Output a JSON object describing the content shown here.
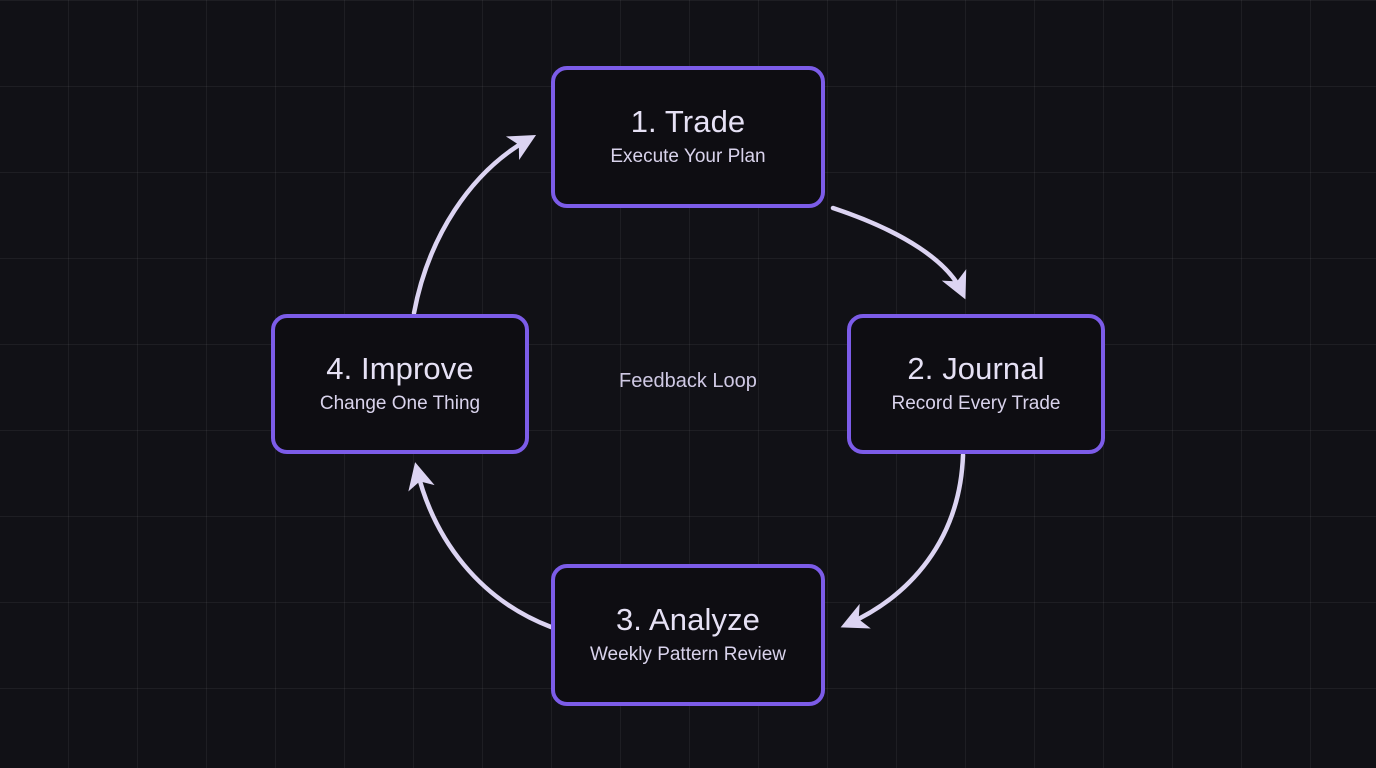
{
  "diagram": {
    "center_label": "Feedback Loop",
    "colors": {
      "background": "#111116",
      "grid_line": "rgba(255,255,255,0.055)",
      "node_border": "#7C5CE8",
      "node_fill": "#0E0D12",
      "title_text": "#E6E1F5",
      "subtitle_text": "#D9D3EC",
      "arrow": "#DCD4F2"
    },
    "nodes": [
      {
        "id": "trade",
        "title": "1. Trade",
        "subtitle": "Execute Your Plan"
      },
      {
        "id": "journal",
        "title": "2. Journal",
        "subtitle": "Record Every Trade"
      },
      {
        "id": "analyze",
        "title": "3. Analyze",
        "subtitle": "Weekly Pattern Review"
      },
      {
        "id": "improve",
        "title": "4. Improve",
        "subtitle": "Change One Thing"
      }
    ],
    "arrows": [
      {
        "id": "trade-to-journal",
        "from": "trade",
        "to": "journal"
      },
      {
        "id": "journal-to-analyze",
        "from": "journal",
        "to": "analyze"
      },
      {
        "id": "analyze-to-improve",
        "from": "analyze",
        "to": "improve"
      },
      {
        "id": "improve-to-trade",
        "from": "improve",
        "to": "trade"
      }
    ]
  }
}
